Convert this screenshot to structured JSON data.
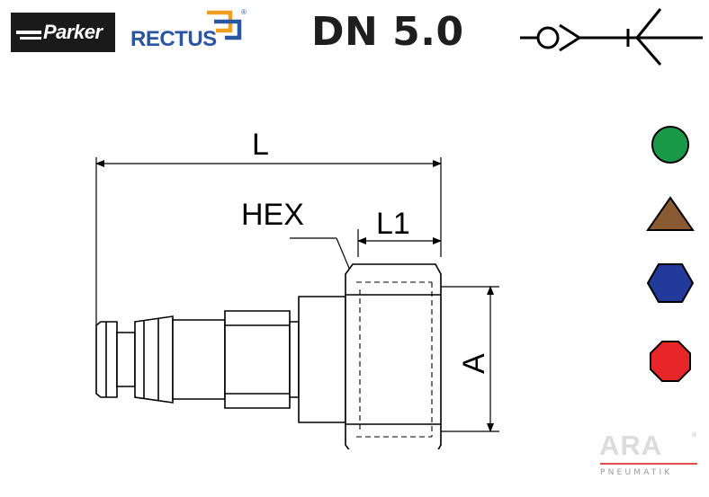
{
  "header": {
    "brand_parker": "Parker",
    "brand_rectus": "RECTUS",
    "registered_mark": "®",
    "title": "DN 5.0"
  },
  "drawing": {
    "label_length": "L",
    "label_hex": "HEX",
    "label_length_1": "L1",
    "label_thread": "A"
  },
  "material_markers": [
    {
      "shape": "circle",
      "color": "#1a9a48"
    },
    {
      "shape": "triangle",
      "color": "#8a5a32"
    },
    {
      "shape": "hexagon",
      "color": "#223a9a"
    },
    {
      "shape": "octagon",
      "color": "#e8262a"
    }
  ],
  "watermark": {
    "name": "ARA",
    "registered_mark": "®",
    "subtitle": "PNEUMATIK"
  }
}
